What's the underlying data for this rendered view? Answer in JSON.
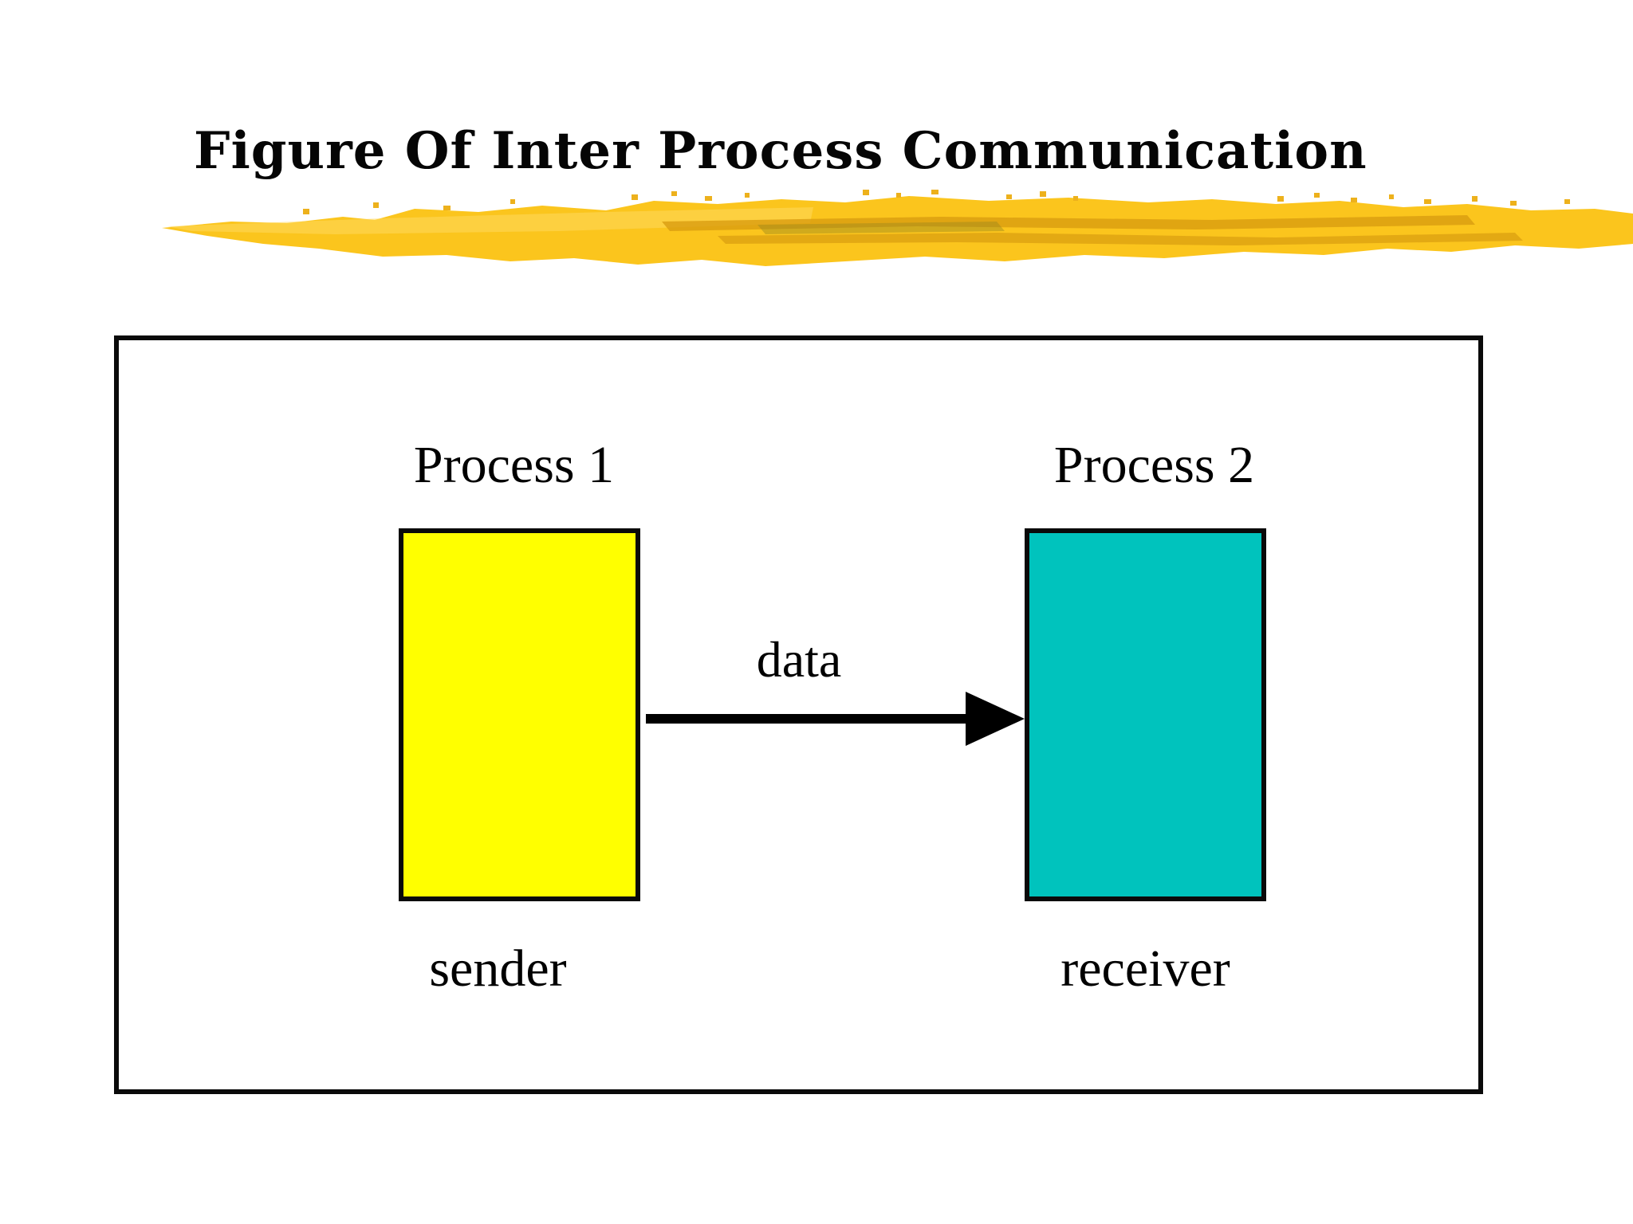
{
  "slide": {
    "title": "Figure Of Inter Process Communication",
    "background_color": "#FFFFFF",
    "title_color": "#050505"
  },
  "decor": {
    "brush_underline": {
      "icon": "yellow-brush-stroke",
      "main_color": "#FBC51D",
      "highlight_color": "#FFD95C",
      "shade_color": "#D99C10"
    }
  },
  "diagram": {
    "frame_border_color": "#0A0A0A",
    "processes": [
      {
        "label": "Process 1",
        "role_label": "sender",
        "fill": "#FFFF00"
      },
      {
        "label": "Process 2",
        "role_label": "receiver",
        "fill": "#00C3BD"
      }
    ],
    "arrow": {
      "label": "data",
      "direction": "left-to-right",
      "color": "#000000"
    }
  }
}
